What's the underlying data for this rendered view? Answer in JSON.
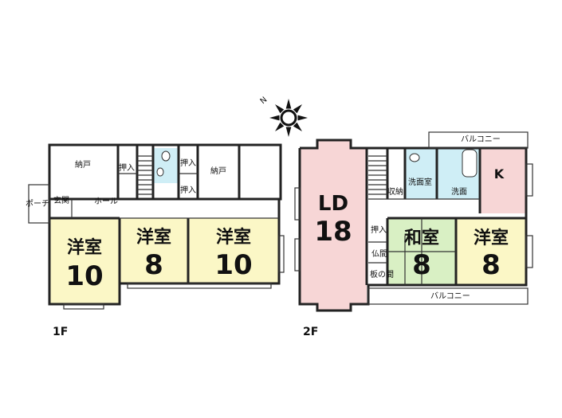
{
  "compass": {
    "north_label": "N"
  },
  "colors": {
    "western_room": "#fbf7c6",
    "living": "#f7d6d6",
    "japanese_room": "#d9f0c4",
    "wet_area": "#cfeef6",
    "kitchen": "#f7d6d6",
    "sun": "#111111"
  },
  "floor1": {
    "label": "1F",
    "porch": "ポーチ",
    "entrance": "玄関",
    "hall": "ホール",
    "storage_left": "納戸",
    "storage_right": "納戸",
    "closet_a": "押入",
    "closet_b": "押入",
    "closet_c": "押入",
    "room1": {
      "name": "洋室",
      "size": "10"
    },
    "room2": {
      "name": "洋室",
      "size": "8"
    },
    "room3": {
      "name": "洋室",
      "size": "10"
    }
  },
  "floor2": {
    "label": "2F",
    "ld": {
      "name": "LD",
      "size": "18"
    },
    "kitchen": "K",
    "storage": "収納",
    "washroom": "洗面室",
    "wash": "洗面",
    "balcony_top": "バルコニー",
    "balcony_bottom": "バルコニー",
    "closet": "押入",
    "butsuma": "仏間",
    "itanoma": "板の間",
    "japanese": {
      "name": "和室",
      "size": "8"
    },
    "western": {
      "name": "洋室",
      "size": "8"
    }
  }
}
